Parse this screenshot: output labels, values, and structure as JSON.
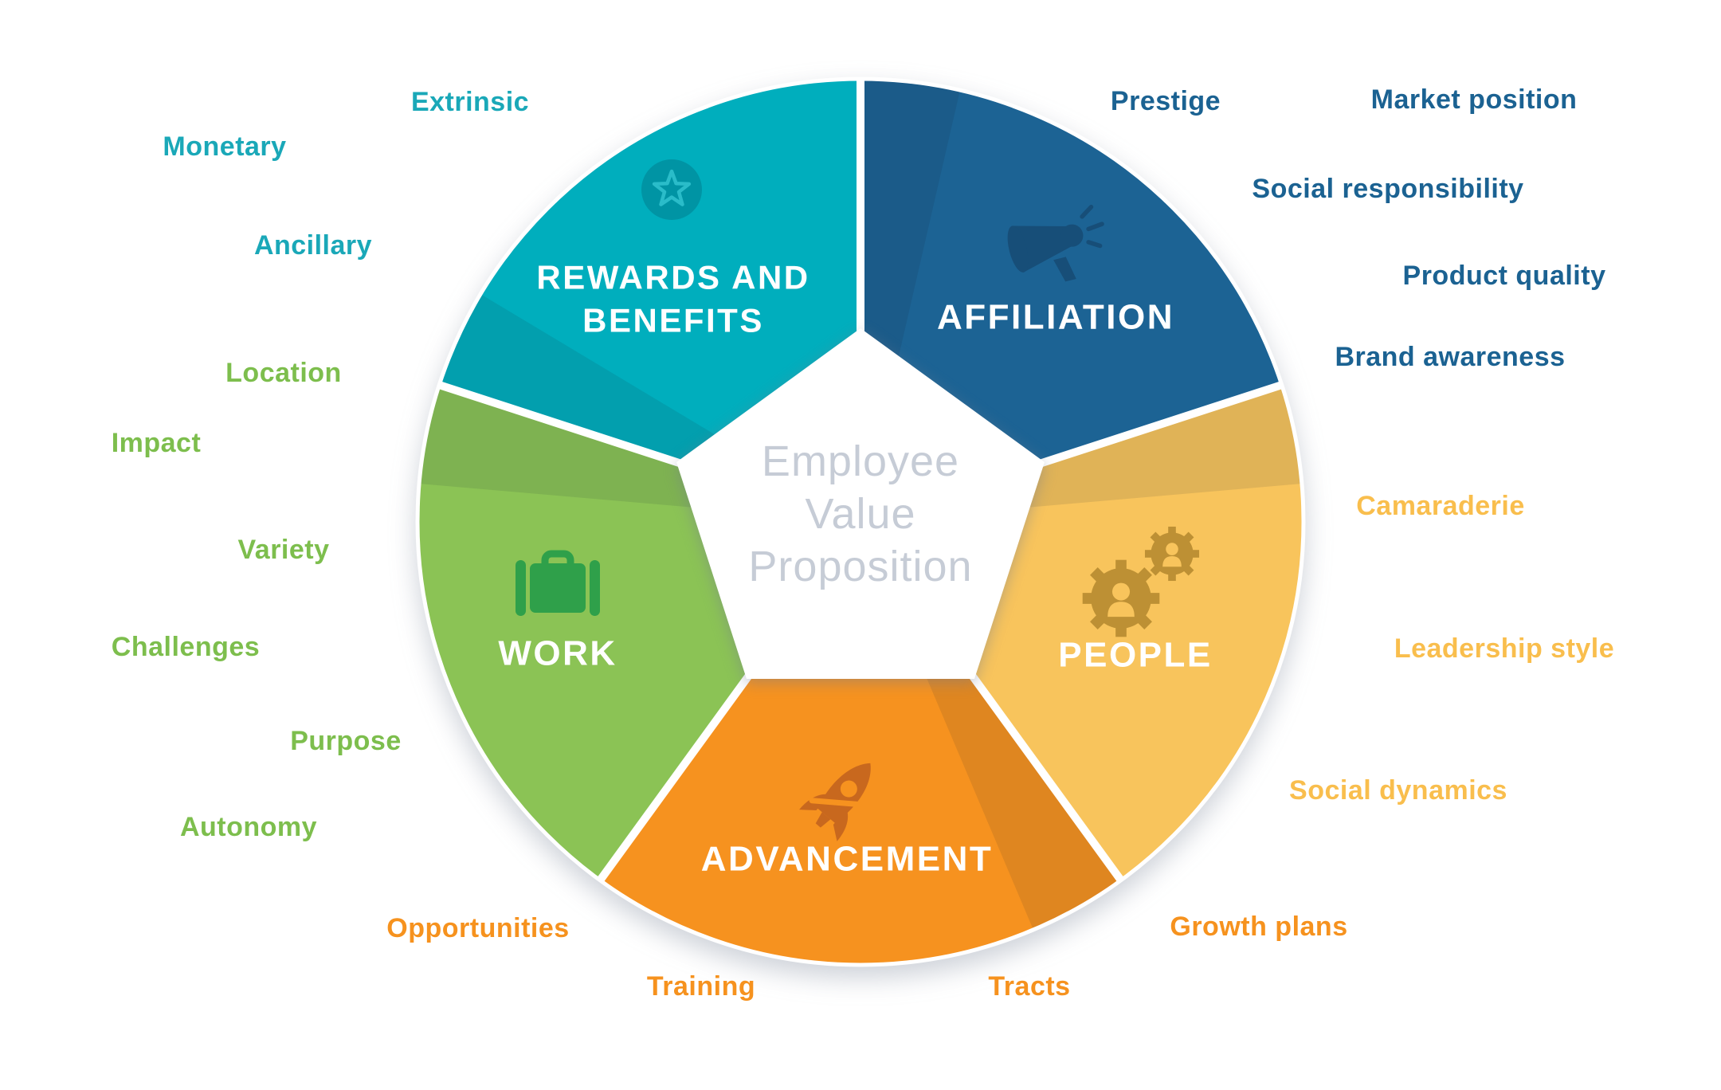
{
  "diagram_title": "Employee Value Proposition",
  "center": {
    "line1": "Employee",
    "line2": "Value",
    "line3": "Proposition"
  },
  "segments": {
    "rewards": {
      "title1": "REWARDS AND",
      "title2": "BENEFITS",
      "color": "#00AEBD",
      "icon": "star-badge-icon"
    },
    "affiliation": {
      "title": "AFFILIATION",
      "color": "#1C6394",
      "icon": "megaphone-icon"
    },
    "people": {
      "title": "PEOPLE",
      "color": "#F8C45C",
      "icon": "people-gears-icon"
    },
    "advancement": {
      "title": "ADVANCEMENT",
      "color": "#F6921F",
      "icon": "rocket-icon"
    },
    "work": {
      "title": "WORK",
      "color": "#8BC355",
      "icon": "briefcase-icon"
    }
  },
  "labels": {
    "rewards": [
      "Extrinsic",
      "Monetary",
      "Ancillary"
    ],
    "affiliation": [
      "Prestige",
      "Market position",
      "Social responsibility",
      "Product quality",
      "Brand awareness"
    ],
    "people": [
      "Camaraderie",
      "Leadership style",
      "Social dynamics"
    ],
    "advancement": [
      "Opportunities",
      "Training",
      "Tracts",
      "Growth plans"
    ],
    "work": [
      "Location",
      "Impact",
      "Variety",
      "Challenges",
      "Purpose",
      "Autonomy"
    ]
  },
  "palette": {
    "teal": "#00AEBD",
    "teal_dark": "#0094A4",
    "blue": "#1C6394",
    "navy_icon": "#174E78",
    "yellow": "#F8C45C",
    "gold_icon": "#BD9034",
    "orange": "#F6921F",
    "orange_dark_icon": "#C8681E",
    "green": "#8BC355",
    "green_dark_icon": "#2FA04A",
    "center_text": "#C6CCD6",
    "label_teal": "#1AA8B8",
    "label_blue": "#1B6292",
    "label_green": "#7DBE4D",
    "label_yellow": "#F9BE4D",
    "label_orange": "#F6921E"
  }
}
